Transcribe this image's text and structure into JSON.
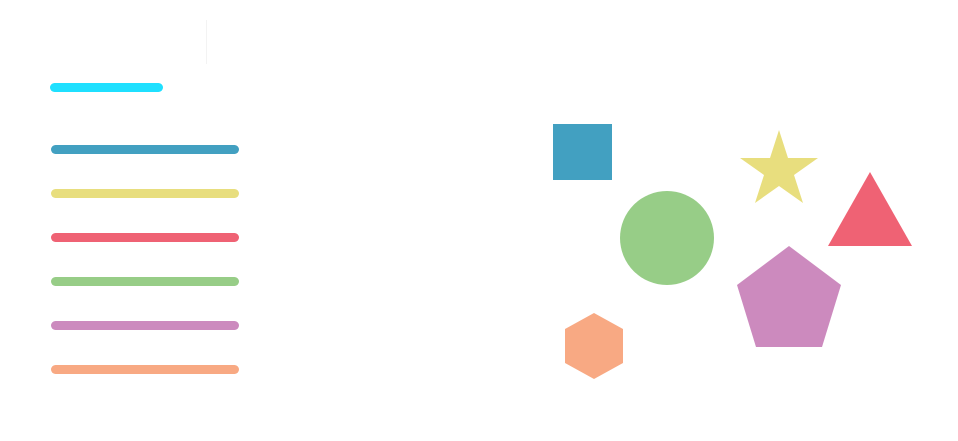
{
  "accent": {
    "color": "#1fe0ff",
    "progress": 0.6
  },
  "lines": [
    {
      "name": "blue",
      "color": "#42a0c1"
    },
    {
      "name": "yellow",
      "color": "#e8de7e"
    },
    {
      "name": "red",
      "color": "#ef6274"
    },
    {
      "name": "green",
      "color": "#97cd87"
    },
    {
      "name": "purple",
      "color": "#cc8abe"
    },
    {
      "name": "orange",
      "color": "#f8a983"
    }
  ],
  "shapes": {
    "square": {
      "color": "#42a0c1"
    },
    "star": {
      "color": "#e8de7e"
    },
    "circle": {
      "color": "#97cd87"
    },
    "triangle": {
      "color": "#ef6274"
    },
    "pentagon": {
      "color": "#cc8abe"
    },
    "hexagon": {
      "color": "#f8a983"
    }
  }
}
